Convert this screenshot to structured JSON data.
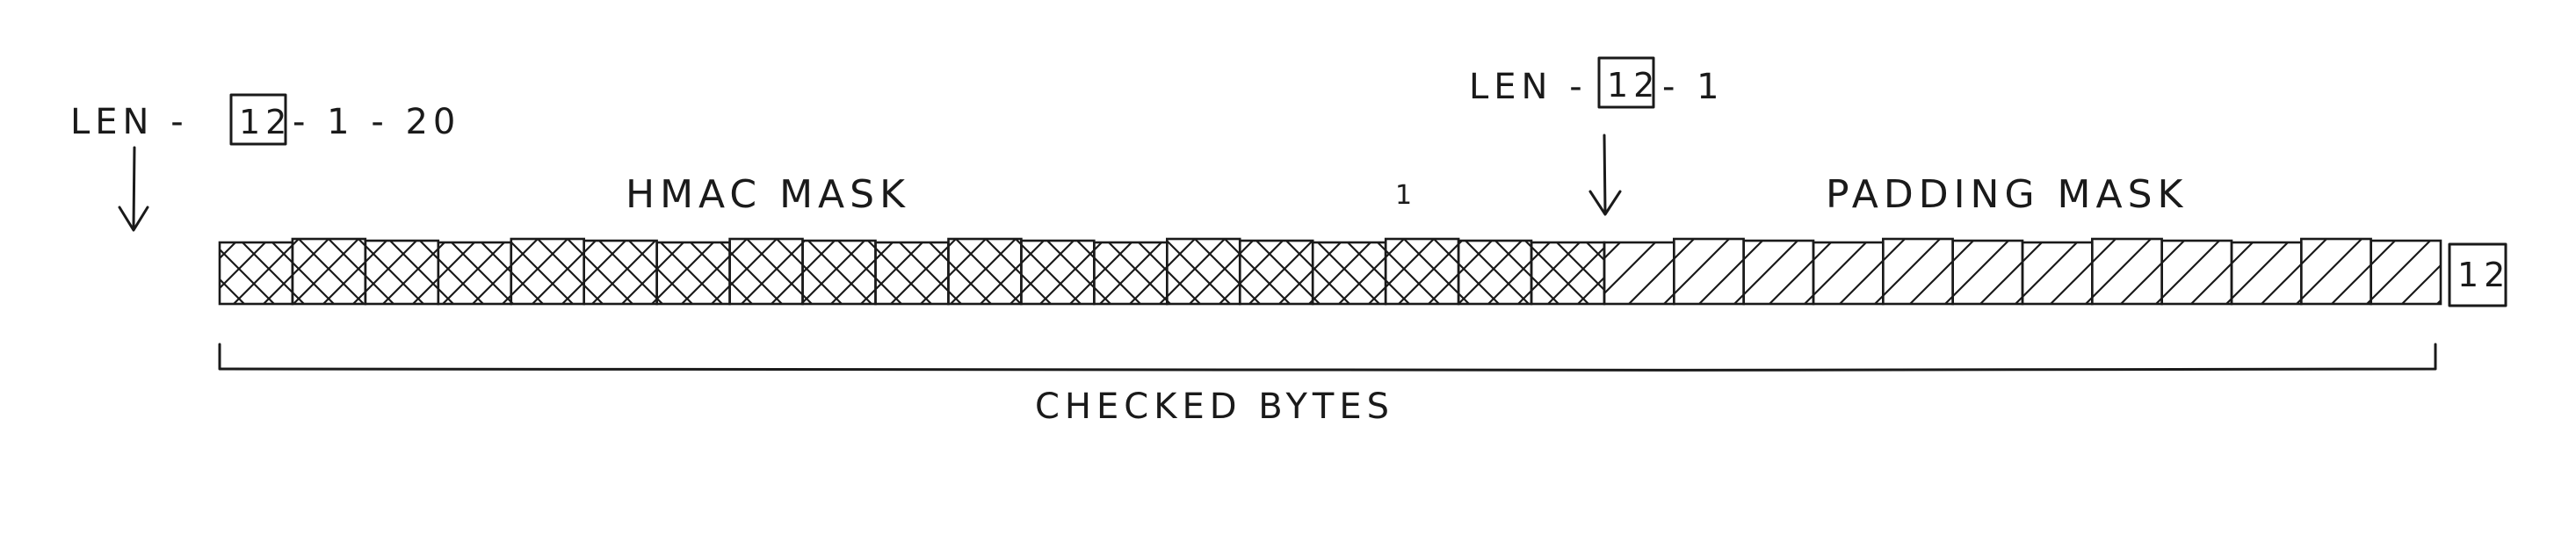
{
  "labels": {
    "left_pointer": {
      "prefix": "LEN -",
      "boxed": "12",
      "suffix": "- 1 - 20"
    },
    "mid_pointer": {
      "prefix": "LEN -",
      "boxed": "12",
      "suffix": "- 1"
    },
    "hmac_mask": "HMAC MASK",
    "padding_mask": "PADDING MASK",
    "tick_mark": "1",
    "final_byte": "12",
    "checked_bytes": "CHECKED BYTES"
  },
  "strip": {
    "hmac_cells": 19,
    "padding_cells": 12,
    "hmac_pattern": "crosshatch",
    "padding_pattern": "diagonal-hatch"
  },
  "colors": {
    "ink": "#1a1a1a",
    "paper": "#ffffff"
  }
}
